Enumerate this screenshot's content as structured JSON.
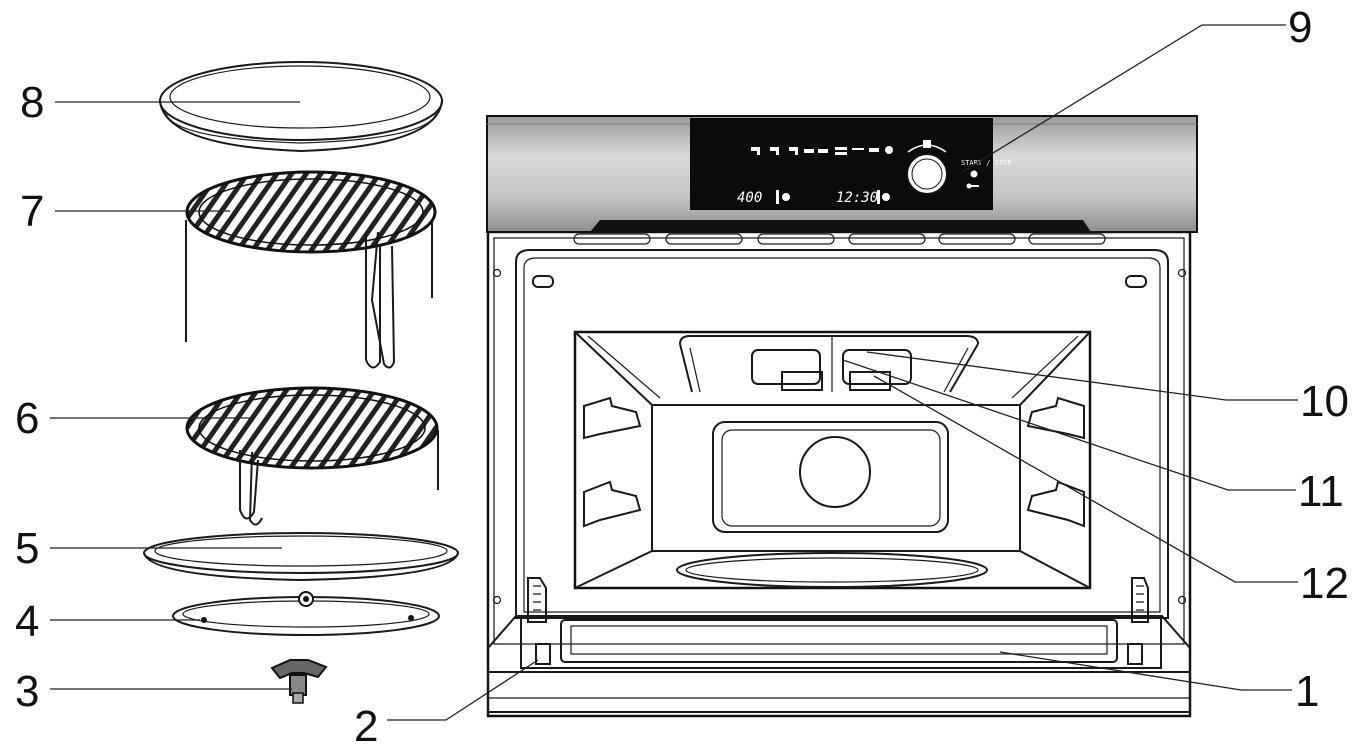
{
  "callouts": [
    {
      "id": "1",
      "label": "1"
    },
    {
      "id": "2",
      "label": "2"
    },
    {
      "id": "3",
      "label": "3"
    },
    {
      "id": "4",
      "label": "4"
    },
    {
      "id": "5",
      "label": "5"
    },
    {
      "id": "6",
      "label": "6"
    },
    {
      "id": "7",
      "label": "7"
    },
    {
      "id": "8",
      "label": "8"
    },
    {
      "id": "9",
      "label": "9"
    },
    {
      "id": "10",
      "label": "10"
    },
    {
      "id": "11",
      "label": "11"
    },
    {
      "id": "12",
      "label": "12"
    }
  ],
  "control_panel": {
    "display_power": "400",
    "display_time": "12:30",
    "start_stop_label": "START / STOP"
  },
  "colors": {
    "ink": "#1a1a1a",
    "panel_black": "#0b0b0b",
    "steel_light": "#d6d6d6",
    "steel_dark": "#8a8a8a"
  }
}
